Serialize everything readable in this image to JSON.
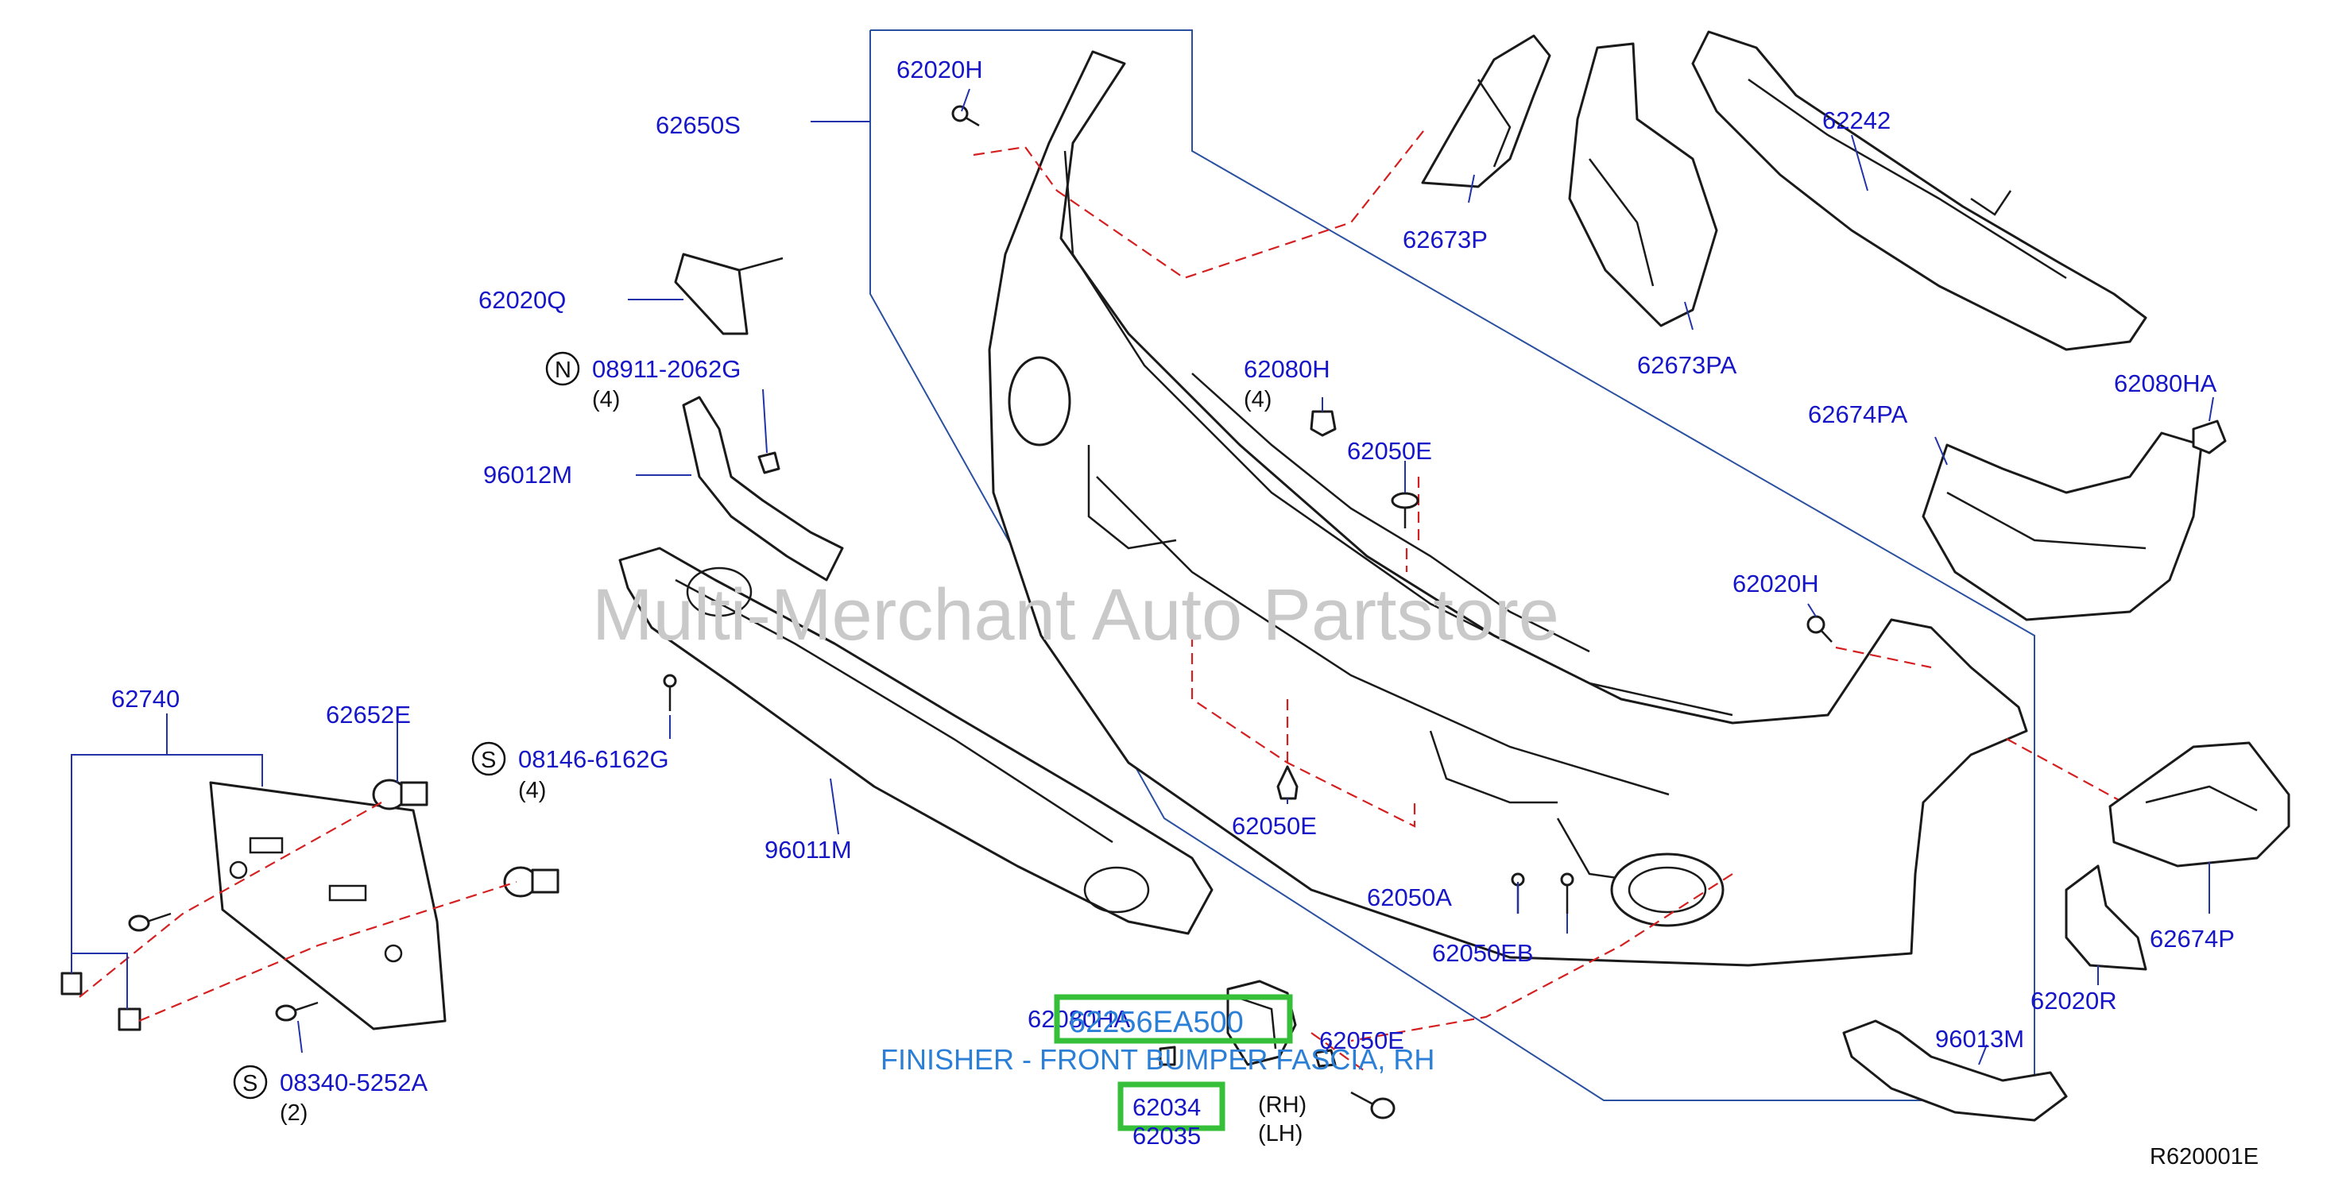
{
  "watermark": "Multi-Merchant Auto Partstore",
  "diagram_id": "R620001E",
  "labels": {
    "p62650S": "62650S",
    "p62020H_top": "62020H",
    "p62673P": "62673P",
    "p62242": "62242",
    "p62673PA": "62673PA",
    "p62020Q": "62020Q",
    "p08911": "08911-2062G",
    "q08911": "(4)",
    "p96012M": "96012M",
    "p62080H": "62080H",
    "q62080H": "(4)",
    "p62050E_top": "62050E",
    "p62674PA": "62674PA",
    "p62080HA_r": "62080HA",
    "p62020H_r": "62020H",
    "p62740": "62740",
    "p62652E": "62652E",
    "p08146": "08146-6162G",
    "q08146": "(4)",
    "p96011M": "96011M",
    "p62050E_mid": "62050E",
    "p62050A": "62050A",
    "p62050EB": "62050EB",
    "p62674P": "62674P",
    "p62020R": "62020R",
    "p96013M": "96013M",
    "p08340": "08340-5252A",
    "q08340": "(2)",
    "p62080HA_b": "62080HA",
    "p62256": "62256EA500",
    "p62050E_b": "62050E",
    "p62034": "62034",
    "p62035": "62035",
    "rh": "(RH)",
    "lh": "(LH)"
  },
  "prefix_symbols": {
    "n": "N",
    "s1": "S",
    "s2": "S"
  },
  "highlight_description": "FINISHER - FRONT BUMPER FASCIA, RH",
  "colors": {
    "part_number": "#1616c8",
    "highlight_box": "#36c03a",
    "dashed_guide": "#d42020",
    "highlight_text": "#2b7fd6"
  }
}
